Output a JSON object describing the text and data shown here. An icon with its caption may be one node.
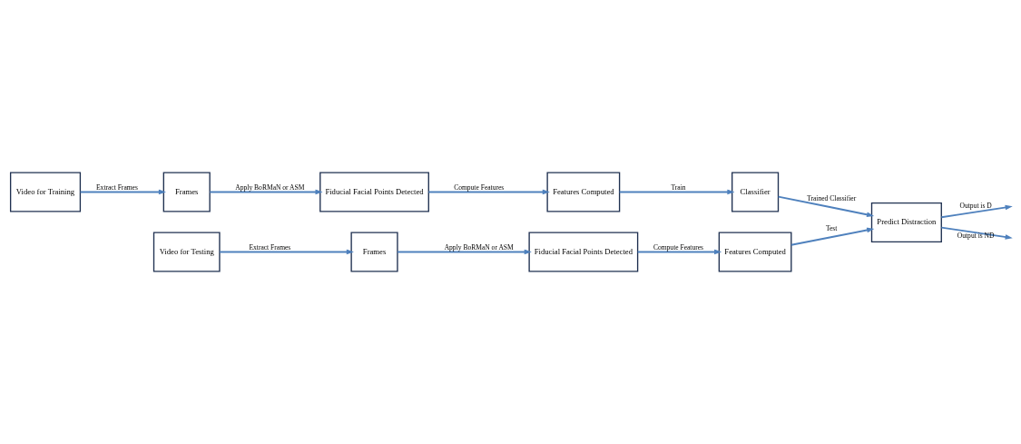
{
  "diagram": {
    "nodes": [
      {
        "text": [
          "Video for Training"
        ]
      },
      {
        "text": [
          "Frames"
        ]
      },
      {
        "text": [
          "Fiducial Facial Points Detected"
        ]
      },
      {
        "text": [
          "Features Computed"
        ]
      },
      {
        "text": [
          "Classifier"
        ]
      },
      {
        "text": [
          "Video for Testing"
        ]
      },
      {
        "text": [
          "Frames"
        ]
      },
      {
        "text": [
          "Fiducial Facial Points Detected"
        ]
      },
      {
        "text": [
          "Features Computed"
        ]
      },
      {
        "text": [
          "Predict Distraction"
        ]
      }
    ],
    "edges": [
      {
        "from": 0,
        "to": 1,
        "arrow": "to",
        "label": "Extract Frames"
      },
      {
        "from": 1,
        "to": 2,
        "arrow": "to",
        "label": "Apply BoRMaN or ASM"
      },
      {
        "from": 2,
        "to": 3,
        "arrow": "to",
        "label": "Compute Features"
      },
      {
        "from": 3,
        "to": 4,
        "arrow": "to",
        "label": "Train"
      },
      {
        "from": 4,
        "to": 9,
        "arrow": "to",
        "label": "Trained Classifier"
      },
      {
        "from": 5,
        "to": 6,
        "arrow": "to",
        "label": "Extract Frames"
      },
      {
        "from": 6,
        "to": 7,
        "arrow": "to",
        "label": "Apply BoRMaN or ASM"
      },
      {
        "from": 7,
        "to": 8,
        "arrow": "to",
        "label": "Compute Features"
      },
      {
        "from": 8,
        "to": 9,
        "arrow": "to",
        "label": "Test"
      },
      {
        "from": 9,
        "to": null,
        "arrow": "to",
        "label": "Output is D"
      },
      {
        "from": 9,
        "to": null,
        "arrow": "to",
        "label": "Output is ND"
      }
    ]
  }
}
